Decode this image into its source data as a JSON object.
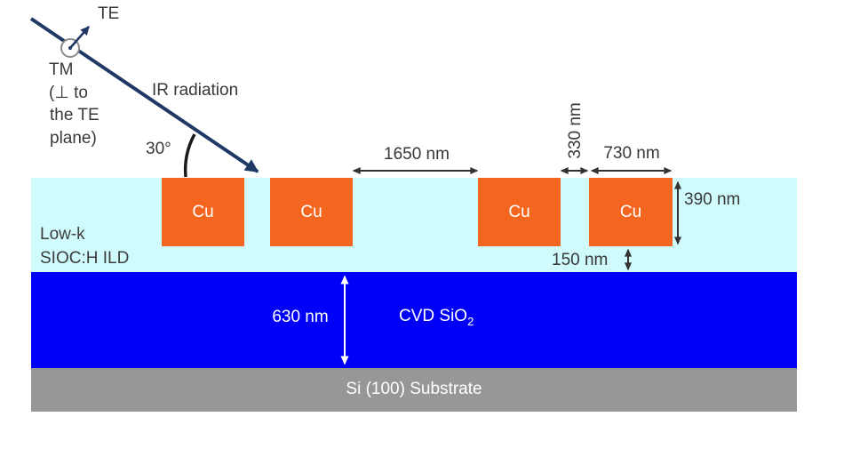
{
  "labels": {
    "te": "TE",
    "tm": "TM",
    "tm_sub1": "(⊥ to",
    "tm_sub2": "the TE",
    "tm_sub3": "plane)",
    "ir_radiation": "IR radiation",
    "incidence_angle": "30°"
  },
  "dimensions": {
    "line_spacing_wide": "1650 nm",
    "line_spacing_narrow": "330 nm",
    "cu_line_width": "730 nm",
    "cu_line_height": "390 nm",
    "ild_below_cu": "150 nm",
    "oxide_thickness": "630 nm"
  },
  "layers": {
    "ild_line1": "Low-k",
    "ild_line2": "SIOC:H ILD",
    "oxide_name": "CVD SiO",
    "oxide_subscript": "2",
    "substrate": "Si (100) Substrate"
  },
  "cu_label": "Cu",
  "colors": {
    "ild": "#CFFBFC",
    "oxide": "#0000F8",
    "substrate": "#979797",
    "copper": "#F4661F",
    "ray_navy": "#1F3864",
    "dimension_dark": "#333333",
    "dimension_white": "#FFFFFF",
    "angle_arc": "#1a1a1a",
    "tm_circle_stroke": "#8a8a8a"
  }
}
